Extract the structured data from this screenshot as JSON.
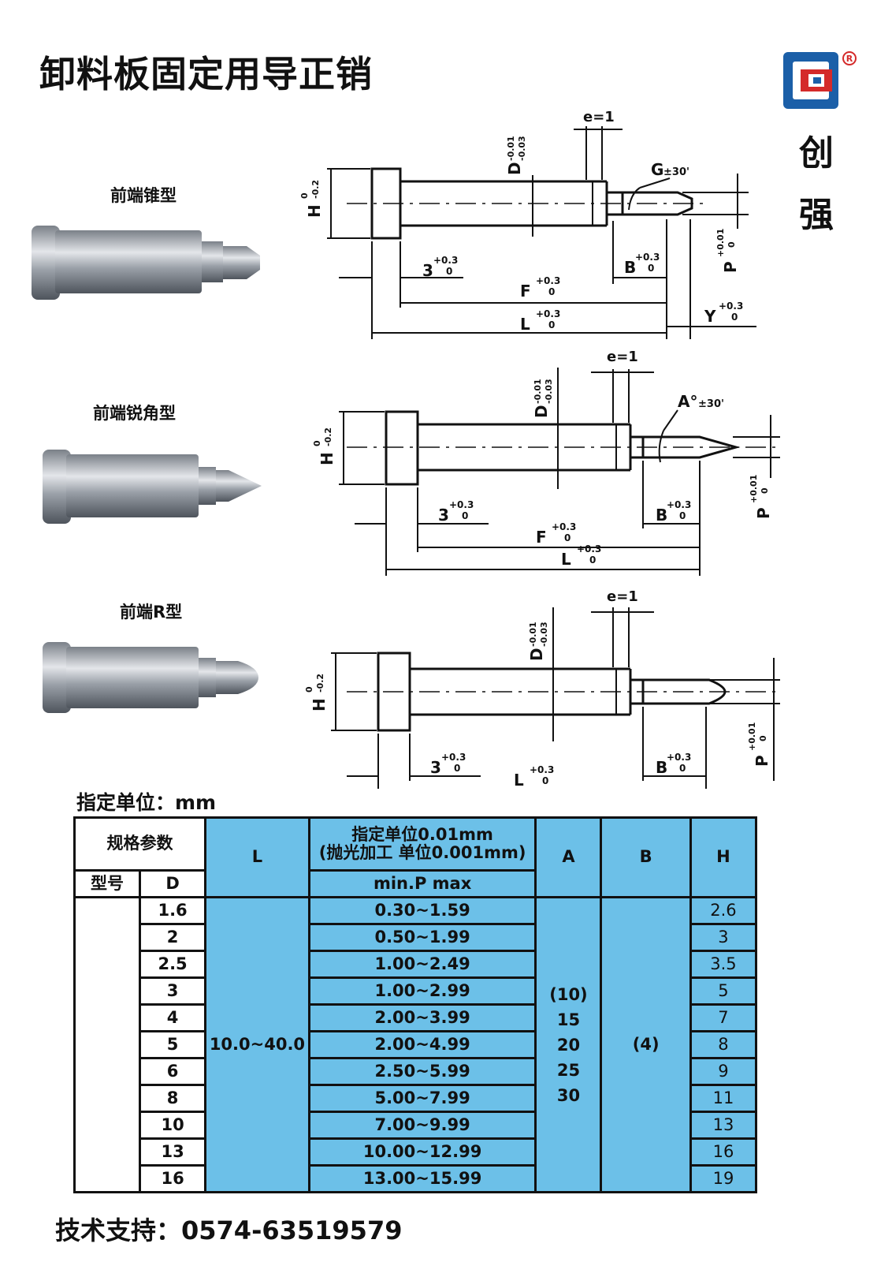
{
  "title": "卸料板固定用导正销",
  "brand": {
    "char1": "创",
    "char2": "强"
  },
  "types": [
    {
      "label": "前端锥型"
    },
    {
      "label": "前端锐角型"
    },
    {
      "label": "前端R型"
    }
  ],
  "dims": {
    "e": "e=1",
    "D": "D",
    "D_tol_upper": "-0.01",
    "D_tol_lower": "-0.03",
    "H": "H",
    "H_tol_upper": "0",
    "H_tol_lower": "-0.2",
    "P": "P",
    "P_tol_upper": "+0.01",
    "P_tol_lower": "0",
    "three": "3",
    "B": "B",
    "F": "F",
    "L": "L",
    "Y": "Y",
    "G": "G",
    "A": "A°",
    "ang_tol": "±30'",
    "tol_plus": "+0.3",
    "tol_zero": "0"
  },
  "unit_label": "指定单位：mm",
  "table": {
    "header": {
      "spec_params": "规格参数",
      "L": "L",
      "unit_line1": "指定单位0.01mm",
      "unit_line2": "(抛光加工 单位0.001mm)",
      "A": "A",
      "B": "B",
      "H": "H",
      "model": "型号",
      "D": "D",
      "p_range": "min.P max"
    },
    "L_value": "10.0~40.0",
    "A_values": [
      "(10)",
      "15",
      "20",
      "25",
      "30"
    ],
    "B_value": "(4)",
    "rows": [
      {
        "D": "1.6",
        "P": "0.30~1.59",
        "H": "2.6"
      },
      {
        "D": "2",
        "P": "0.50~1.99",
        "H": "3"
      },
      {
        "D": "2.5",
        "P": "1.00~2.49",
        "H": "3.5"
      },
      {
        "D": "3",
        "P": "1.00~2.99",
        "H": "5"
      },
      {
        "D": "4",
        "P": "2.00~3.99",
        "H": "7"
      },
      {
        "D": "5",
        "P": "2.00~4.99",
        "H": "8"
      },
      {
        "D": "6",
        "P": "2.50~5.99",
        "H": "9"
      },
      {
        "D": "8",
        "P": "5.00~7.99",
        "H": "11"
      },
      {
        "D": "10",
        "P": "7.00~9.99",
        "H": "13"
      },
      {
        "D": "13",
        "P": "10.00~12.99",
        "H": "16"
      },
      {
        "D": "16",
        "P": "13.00~15.99",
        "H": "19"
      }
    ]
  },
  "footer": "技术支持：0574-63519579",
  "colors": {
    "table_blue": "#6cc0e8",
    "logo_blue": "#1b5fa8",
    "logo_red": "#d42a2a"
  }
}
